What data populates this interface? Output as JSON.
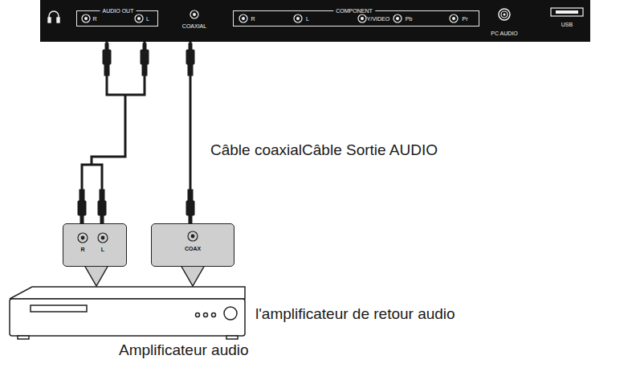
{
  "diagram": {
    "nodes": [
      {
        "text": [
          "COAXIAL",
          "PC AUDIO",
          "USB"
        ]
      },
      {
        "text": [
          "AUDIO OUT",
          "R",
          "L"
        ],
        "in": 0
      },
      {
        "text": [
          "COMPONENT",
          "R",
          "L",
          "Y/VIDEO",
          "Pb",
          "Pr"
        ],
        "in": 0
      },
      {
        "text": [
          "R",
          "L"
        ]
      },
      {
        "text": [
          "COAX"
        ]
      }
    ],
    "edges": [
      {
        "from": 1,
        "to": 3,
        "arrow": "none"
      },
      {
        "from": 0,
        "to": 4,
        "arrow": "none"
      }
    ],
    "labels": [
      "Câble coaxialCâble Sortie AUDIO",
      "l'amplificateur de retour audio",
      "Amplificateur audio"
    ]
  }
}
